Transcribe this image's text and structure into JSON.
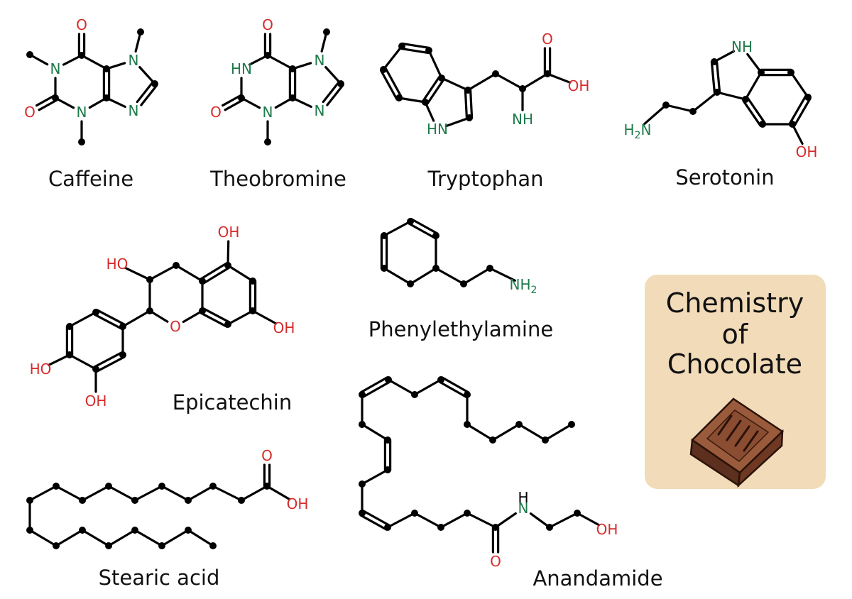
{
  "colors": {
    "oxygen": "#d62b2b",
    "nitrogen": "#1e7a4a",
    "bond": "#000000",
    "card": "#f1dbb9"
  },
  "card": {
    "title_lines": [
      "Chemistry",
      "of",
      "Chocolate"
    ],
    "icon": "chocolate-piece-icon"
  },
  "molecules": [
    {
      "id": "caffeine",
      "name": "Caffeine",
      "atoms": [
        [
          115,
          78,
          ""
        ],
        [
          78,
          97,
          "N"
        ],
        [
          78,
          138,
          ""
        ],
        [
          115,
          158,
          "N"
        ],
        [
          150,
          138,
          ""
        ],
        [
          150,
          97,
          ""
        ],
        [
          115,
          35,
          "O"
        ],
        [
          42,
          158,
          "O"
        ],
        [
          42,
          77,
          ""
        ],
        [
          115,
          200,
          ""
        ],
        [
          188,
          85,
          "N"
        ],
        [
          218,
          118,
          ""
        ],
        [
          188,
          156,
          "N"
        ],
        [
          198,
          45,
          ""
        ]
      ],
      "bonds": [
        [
          0,
          1,
          1
        ],
        [
          1,
          2,
          1
        ],
        [
          2,
          3,
          1
        ],
        [
          3,
          4,
          1
        ],
        [
          4,
          5,
          2
        ],
        [
          5,
          0,
          1
        ],
        [
          0,
          6,
          2
        ],
        [
          2,
          7,
          2
        ],
        [
          1,
          8,
          1
        ],
        [
          3,
          9,
          1
        ],
        [
          5,
          10,
          1
        ],
        [
          10,
          11,
          1
        ],
        [
          11,
          12,
          2
        ],
        [
          12,
          4,
          1
        ],
        [
          10,
          13,
          1
        ]
      ]
    },
    {
      "id": "theobromine",
      "name": "Theobromine",
      "atoms": [
        [
          377,
          78,
          ""
        ],
        [
          340,
          97,
          "HN"
        ],
        [
          340,
          138,
          ""
        ],
        [
          377,
          158,
          "N"
        ],
        [
          412,
          138,
          ""
        ],
        [
          412,
          97,
          ""
        ],
        [
          377,
          35,
          "O"
        ],
        [
          304,
          158,
          "O"
        ],
        [
          377,
          200,
          ""
        ],
        [
          450,
          85,
          "N"
        ],
        [
          480,
          118,
          ""
        ],
        [
          450,
          156,
          "N"
        ],
        [
          460,
          45,
          ""
        ]
      ],
      "bonds": [
        [
          0,
          1,
          1
        ],
        [
          1,
          2,
          1
        ],
        [
          2,
          3,
          1
        ],
        [
          3,
          4,
          1
        ],
        [
          4,
          5,
          2
        ],
        [
          5,
          0,
          1
        ],
        [
          0,
          6,
          2
        ],
        [
          2,
          7,
          2
        ],
        [
          3,
          8,
          1
        ],
        [
          5,
          9,
          1
        ],
        [
          9,
          10,
          1
        ],
        [
          10,
          11,
          2
        ],
        [
          11,
          4,
          1
        ],
        [
          9,
          12,
          1
        ]
      ]
    },
    {
      "id": "tryptophan",
      "name": "Tryptophan",
      "atoms": [
        [
          566,
          65,
          ""
        ],
        [
          604,
          71,
          ""
        ],
        [
          622,
          110,
          ""
        ],
        [
          599,
          144,
          ""
        ],
        [
          562,
          138,
          ""
        ],
        [
          540,
          98,
          ""
        ],
        [
          659,
          127,
          ""
        ],
        [
          661,
          166,
          ""
        ],
        [
          616,
          182,
          "HN"
        ],
        [
          698,
          104,
          ""
        ],
        [
          736,
          125,
          ""
        ],
        [
          736,
          168,
          "NH"
        ],
        [
          771,
          104,
          ""
        ],
        [
          771,
          55,
          "O"
        ],
        [
          815,
          121,
          "OH"
        ]
      ],
      "bonds": [
        [
          0,
          1,
          2
        ],
        [
          1,
          2,
          1
        ],
        [
          2,
          3,
          2
        ],
        [
          3,
          4,
          1
        ],
        [
          4,
          5,
          2
        ],
        [
          5,
          0,
          1
        ],
        [
          2,
          6,
          1
        ],
        [
          6,
          7,
          2
        ],
        [
          7,
          8,
          1
        ],
        [
          8,
          3,
          1
        ],
        [
          6,
          9,
          1
        ],
        [
          9,
          10,
          1
        ],
        [
          10,
          11,
          1
        ],
        [
          10,
          12,
          1
        ],
        [
          12,
          13,
          2
        ],
        [
          12,
          14,
          1
        ]
      ]
    },
    {
      "id": "serotonin",
      "name": "Serotonin",
      "atoms": [
        [
          1045,
          66,
          "NH"
        ],
        [
          1006,
          87,
          ""
        ],
        [
          1010,
          130,
          ""
        ],
        [
          1050,
          140,
          ""
        ],
        [
          1072,
          102,
          ""
        ],
        [
          1114,
          102,
          ""
        ],
        [
          1138,
          137,
          ""
        ],
        [
          1116,
          175,
          ""
        ],
        [
          1074,
          175,
          ""
        ],
        [
          1136,
          214,
          "OH"
        ],
        [
          976,
          157,
          ""
        ],
        [
          938,
          148,
          ""
        ],
        [
          898,
          183,
          "H2N"
        ]
      ],
      "bonds": [
        [
          0,
          1,
          1
        ],
        [
          1,
          2,
          2
        ],
        [
          2,
          3,
          1
        ],
        [
          3,
          4,
          1
        ],
        [
          4,
          0,
          1
        ],
        [
          4,
          5,
          2
        ],
        [
          5,
          6,
          1
        ],
        [
          6,
          7,
          2
        ],
        [
          7,
          8,
          1
        ],
        [
          8,
          3,
          2
        ],
        [
          7,
          9,
          1
        ],
        [
          2,
          10,
          1
        ],
        [
          10,
          11,
          1
        ],
        [
          11,
          12,
          1
        ]
      ]
    },
    {
      "id": "epicatechin",
      "name": "Epicatechin",
      "atoms": [
        [
          322,
          327,
          "OH"
        ],
        [
          321,
          374,
          ""
        ],
        [
          356,
          396,
          ""
        ],
        [
          356,
          438,
          ""
        ],
        [
          321,
          457,
          ""
        ],
        [
          285,
          438,
          ""
        ],
        [
          285,
          396,
          ""
        ],
        [
          400,
          462,
          "OH"
        ],
        [
          248,
          374,
          ""
        ],
        [
          211,
          394,
          ""
        ],
        [
          211,
          438,
          ""
        ],
        [
          247,
          460,
          "O"
        ],
        [
          165,
          372,
          "HO"
        ],
        [
          173,
          460,
          ""
        ],
        [
          135,
          440,
          ""
        ],
        [
          98,
          460,
          ""
        ],
        [
          98,
          500,
          ""
        ],
        [
          135,
          520,
          ""
        ],
        [
          173,
          500,
          ""
        ],
        [
          57,
          520,
          "HO"
        ],
        [
          135,
          565,
          "OH"
        ]
      ],
      "bonds": [
        [
          0,
          1,
          1
        ],
        [
          1,
          2,
          1
        ],
        [
          2,
          3,
          2
        ],
        [
          3,
          4,
          1
        ],
        [
          4,
          5,
          2
        ],
        [
          5,
          6,
          1
        ],
        [
          6,
          1,
          2
        ],
        [
          3,
          7,
          1
        ],
        [
          6,
          8,
          1
        ],
        [
          8,
          9,
          1
        ],
        [
          9,
          10,
          1
        ],
        [
          10,
          11,
          1
        ],
        [
          11,
          5,
          1
        ],
        [
          9,
          12,
          1
        ],
        [
          10,
          13,
          1
        ],
        [
          13,
          14,
          2
        ],
        [
          14,
          15,
          1
        ],
        [
          15,
          16,
          2
        ],
        [
          16,
          17,
          1
        ],
        [
          17,
          18,
          2
        ],
        [
          18,
          13,
          1
        ],
        [
          16,
          19,
          1
        ],
        [
          17,
          20,
          1
        ]
      ]
    },
    {
      "id": "phenylethylamine",
      "name": "Phenylethylamine",
      "atoms": [
        [
          578,
          312,
          ""
        ],
        [
          614,
          332,
          ""
        ],
        [
          614,
          378,
          ""
        ],
        [
          578,
          400,
          ""
        ],
        [
          541,
          378,
          ""
        ],
        [
          541,
          332,
          ""
        ],
        [
          653,
          400,
          ""
        ],
        [
          690,
          378,
          ""
        ],
        [
          737,
          401,
          "NH2"
        ]
      ],
      "bonds": [
        [
          0,
          1,
          2
        ],
        [
          1,
          2,
          1
        ],
        [
          2,
          3,
          1
        ],
        [
          3,
          4,
          1
        ],
        [
          4,
          5,
          2
        ],
        [
          5,
          0,
          1
        ],
        [
          2,
          6,
          1
        ],
        [
          6,
          7,
          1
        ],
        [
          7,
          8,
          1
        ]
      ]
    },
    {
      "id": "stearic-acid",
      "name": "Stearic acid",
      "atoms": [
        [
          300,
          769,
          ""
        ],
        [
          265,
          747,
          ""
        ],
        [
          228,
          769,
          ""
        ],
        [
          190,
          747,
          ""
        ],
        [
          153,
          769,
          ""
        ],
        [
          116,
          747,
          ""
        ],
        [
          79,
          769,
          ""
        ],
        [
          42,
          747,
          ""
        ],
        [
          42,
          705,
          ""
        ],
        [
          79,
          685,
          ""
        ],
        [
          116,
          705,
          ""
        ],
        [
          153,
          685,
          ""
        ],
        [
          190,
          705,
          ""
        ],
        [
          228,
          685,
          ""
        ],
        [
          265,
          705,
          ""
        ],
        [
          300,
          685,
          ""
        ],
        [
          340,
          705,
          ""
        ],
        [
          376,
          685,
          ""
        ],
        [
          376,
          642,
          "O"
        ],
        [
          419,
          710,
          "OH"
        ]
      ],
      "bonds": [
        [
          0,
          1,
          1
        ],
        [
          1,
          2,
          1
        ],
        [
          2,
          3,
          1
        ],
        [
          3,
          4,
          1
        ],
        [
          4,
          5,
          1
        ],
        [
          5,
          6,
          1
        ],
        [
          6,
          7,
          1
        ],
        [
          7,
          8,
          1
        ],
        [
          8,
          9,
          1
        ],
        [
          9,
          10,
          1
        ],
        [
          10,
          11,
          1
        ],
        [
          11,
          12,
          1
        ],
        [
          12,
          13,
          1
        ],
        [
          13,
          14,
          1
        ],
        [
          14,
          15,
          1
        ],
        [
          15,
          16,
          1
        ],
        [
          16,
          17,
          1
        ],
        [
          17,
          18,
          2
        ],
        [
          17,
          19,
          1
        ]
      ]
    },
    {
      "id": "anandamide",
      "name": "Anandamide",
      "atoms": [
        [
          805,
          598,
          ""
        ],
        [
          768,
          620,
          ""
        ],
        [
          731,
          598,
          ""
        ],
        [
          694,
          620,
          ""
        ],
        [
          658,
          598,
          ""
        ],
        [
          658,
          556,
          ""
        ],
        [
          621,
          535,
          ""
        ],
        [
          584,
          556,
          ""
        ],
        [
          547,
          535,
          ""
        ],
        [
          510,
          556,
          ""
        ],
        [
          510,
          598,
          ""
        ],
        [
          546,
          620,
          ""
        ],
        [
          546,
          662,
          ""
        ],
        [
          510,
          682,
          ""
        ],
        [
          510,
          723,
          ""
        ],
        [
          546,
          743,
          ""
        ],
        [
          584,
          723,
          ""
        ],
        [
          621,
          743,
          ""
        ],
        [
          658,
          723,
          ""
        ],
        [
          698,
          743,
          ""
        ],
        [
          698,
          791,
          "O"
        ],
        [
          737,
          716,
          "N"
        ],
        [
          774,
          743,
          ""
        ],
        [
          813,
          723,
          ""
        ],
        [
          855,
          746,
          "OH"
        ]
      ],
      "bonds": [
        [
          0,
          1,
          1
        ],
        [
          1,
          2,
          1
        ],
        [
          2,
          3,
          1
        ],
        [
          3,
          4,
          1
        ],
        [
          4,
          5,
          1
        ],
        [
          5,
          6,
          2
        ],
        [
          6,
          7,
          1
        ],
        [
          7,
          8,
          1
        ],
        [
          8,
          9,
          2
        ],
        [
          9,
          10,
          1
        ],
        [
          10,
          11,
          1
        ],
        [
          11,
          12,
          2
        ],
        [
          12,
          13,
          1
        ],
        [
          13,
          14,
          1
        ],
        [
          14,
          15,
          2
        ],
        [
          15,
          16,
          1
        ],
        [
          16,
          17,
          1
        ],
        [
          17,
          18,
          1
        ],
        [
          18,
          19,
          1
        ],
        [
          19,
          20,
          2
        ],
        [
          19,
          21,
          1
        ],
        [
          21,
          22,
          1
        ],
        [
          22,
          23,
          1
        ],
        [
          23,
          24,
          1
        ]
      ],
      "extra_labels": [
        [
          737,
          701,
          "H"
        ]
      ]
    }
  ]
}
